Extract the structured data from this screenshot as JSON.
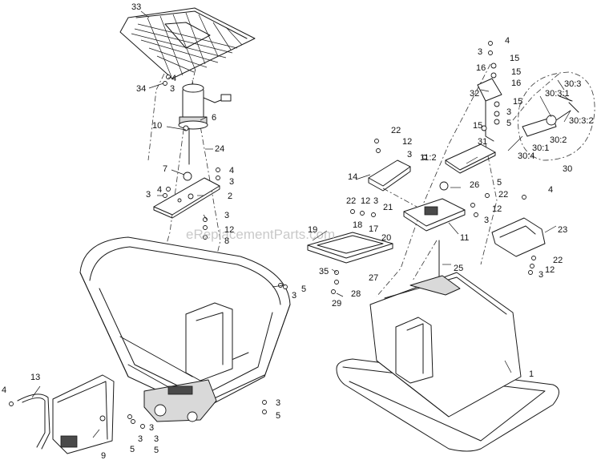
{
  "watermark": "eReplacementParts.com",
  "labels": [
    {
      "id": "33",
      "text": "33"
    },
    {
      "id": "4a",
      "text": "4"
    },
    {
      "id": "34",
      "text": "34"
    },
    {
      "id": "3a",
      "text": "3"
    },
    {
      "id": "6",
      "text": "6"
    },
    {
      "id": "10",
      "text": "10"
    },
    {
      "id": "24",
      "text": "24"
    },
    {
      "id": "7",
      "text": "7"
    },
    {
      "id": "4b",
      "text": "4"
    },
    {
      "id": "3b",
      "text": "3"
    },
    {
      "id": "4c",
      "text": "4"
    },
    {
      "id": "3c",
      "text": "3"
    },
    {
      "id": "2",
      "text": "2"
    },
    {
      "id": "3d",
      "text": "3"
    },
    {
      "id": "12a",
      "text": "12"
    },
    {
      "id": "8",
      "text": "8"
    },
    {
      "id": "3e",
      "text": "3"
    },
    {
      "id": "5a",
      "text": "5"
    },
    {
      "id": "4d",
      "text": "4"
    },
    {
      "id": "13",
      "text": "13"
    },
    {
      "id": "9",
      "text": "9"
    },
    {
      "id": "5b",
      "text": "5"
    },
    {
      "id": "3f",
      "text": "3"
    },
    {
      "id": "3g",
      "text": "3"
    },
    {
      "id": "3h",
      "text": "3"
    },
    {
      "id": "5c",
      "text": "5"
    },
    {
      "id": "3i",
      "text": "3"
    },
    {
      "id": "5d",
      "text": "5"
    },
    {
      "id": "4e",
      "text": "4"
    },
    {
      "id": "3j",
      "text": "3"
    },
    {
      "id": "16a",
      "text": "16"
    },
    {
      "id": "15a",
      "text": "15"
    },
    {
      "id": "15b",
      "text": "15"
    },
    {
      "id": "16b",
      "text": "16"
    },
    {
      "id": "32",
      "text": "32"
    },
    {
      "id": "15c",
      "text": "15"
    },
    {
      "id": "3k",
      "text": "3"
    },
    {
      "id": "5e",
      "text": "5"
    },
    {
      "id": "15d",
      "text": "15"
    },
    {
      "id": "30_3",
      "text": "30:3"
    },
    {
      "id": "30_3_1",
      "text": "30:3:1"
    },
    {
      "id": "30_3_2",
      "text": "30:3:2"
    },
    {
      "id": "30_2",
      "text": "30:2"
    },
    {
      "id": "30_1",
      "text": "30:1"
    },
    {
      "id": "30_4",
      "text": "30:4"
    },
    {
      "id": "30",
      "text": "30"
    },
    {
      "id": "22a",
      "text": "22"
    },
    {
      "id": "12b",
      "text": "12"
    },
    {
      "id": "3l",
      "text": "3"
    },
    {
      "id": "31",
      "text": "31"
    },
    {
      "id": "11_2",
      "text": "11:2"
    },
    {
      "id": "14",
      "text": "14"
    },
    {
      "id": "5f",
      "text": "5"
    },
    {
      "id": "26",
      "text": "26"
    },
    {
      "id": "22b",
      "text": "22"
    },
    {
      "id": "4f",
      "text": "4"
    },
    {
      "id": "22c",
      "text": "22"
    },
    {
      "id": "12c",
      "text": "12"
    },
    {
      "id": "3m",
      "text": "3"
    },
    {
      "id": "21",
      "text": "21"
    },
    {
      "id": "18",
      "text": "18"
    },
    {
      "id": "17",
      "text": "17"
    },
    {
      "id": "19",
      "text": "19"
    },
    {
      "id": "20",
      "text": "20"
    },
    {
      "id": "3n",
      "text": "3"
    },
    {
      "id": "12d",
      "text": "12"
    },
    {
      "id": "23",
      "text": "23"
    },
    {
      "id": "11",
      "text": "11"
    },
    {
      "id": "22d",
      "text": "22"
    },
    {
      "id": "12e",
      "text": "12"
    },
    {
      "id": "3o",
      "text": "3"
    },
    {
      "id": "25",
      "text": "25"
    },
    {
      "id": "35",
      "text": "35"
    },
    {
      "id": "27",
      "text": "27"
    },
    {
      "id": "28",
      "text": "28"
    },
    {
      "id": "29",
      "text": "29"
    },
    {
      "id": "1",
      "text": "1"
    }
  ]
}
